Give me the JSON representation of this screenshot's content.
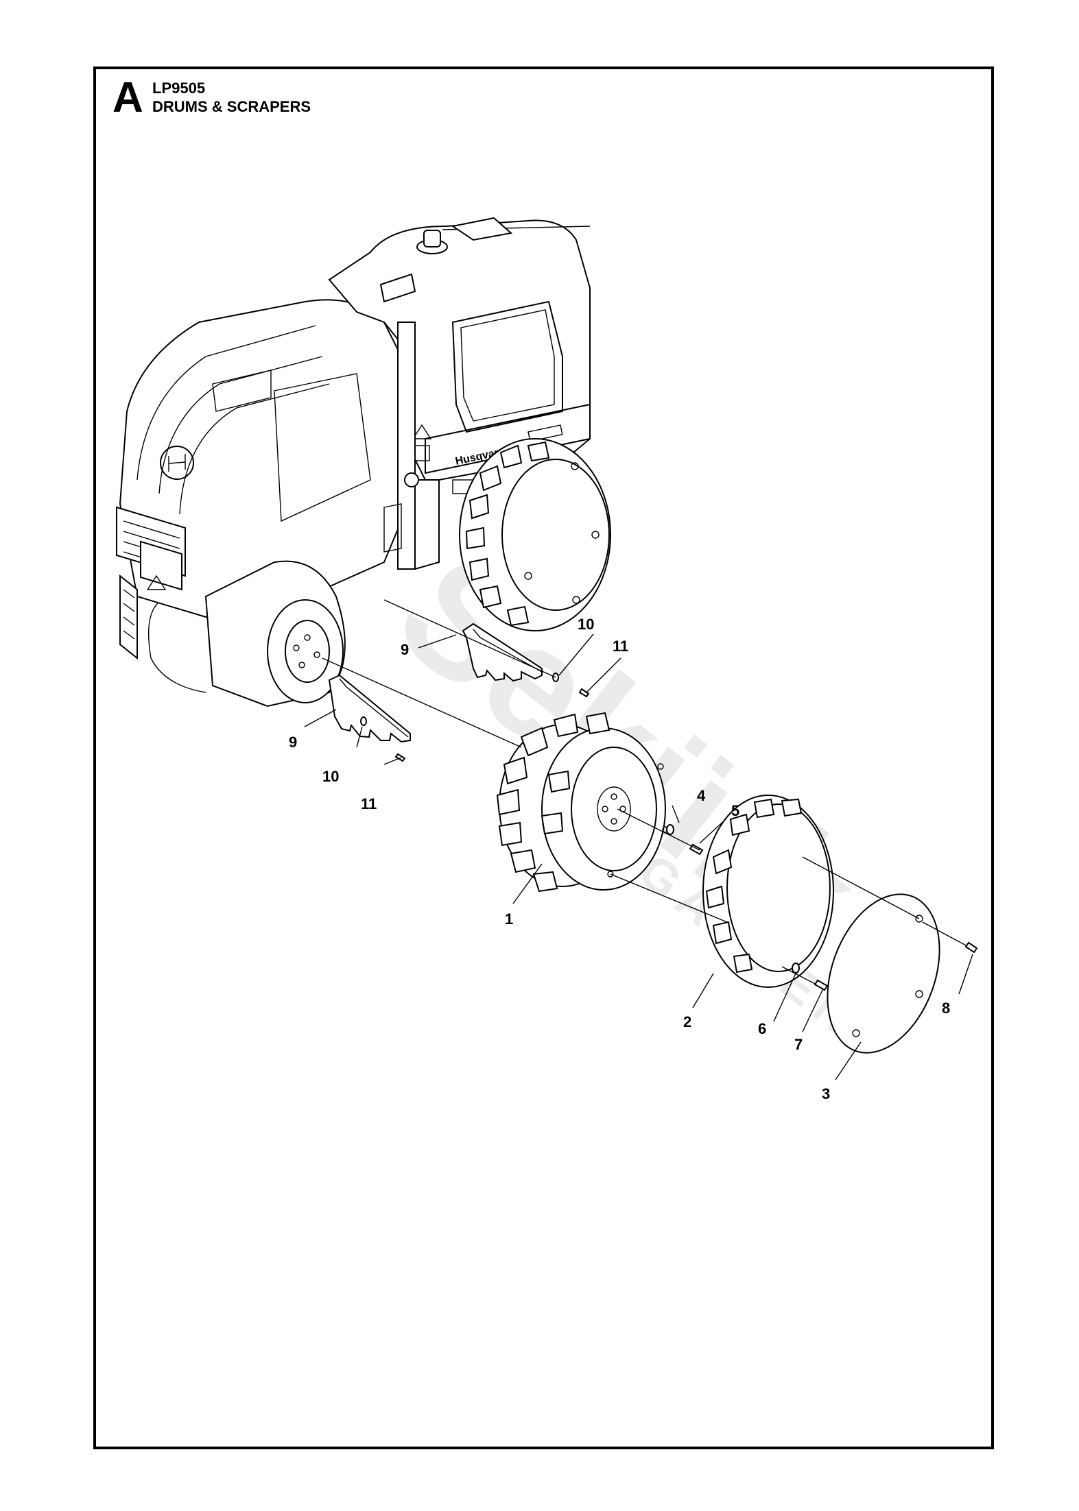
{
  "section": {
    "letter": "A",
    "model": "LP9505",
    "title": "DRUMS & SCRAPERS"
  },
  "machine": {
    "brand_decal": "Husqvarna",
    "watermark": "Sekürk GARDEN"
  },
  "callouts": [
    {
      "id": "c1",
      "label": "1"
    },
    {
      "id": "c2",
      "label": "2"
    },
    {
      "id": "c3",
      "label": "3"
    },
    {
      "id": "c4",
      "label": "4"
    },
    {
      "id": "c5",
      "label": "5"
    },
    {
      "id": "c6",
      "label": "6"
    },
    {
      "id": "c7",
      "label": "7"
    },
    {
      "id": "c8",
      "label": "8"
    },
    {
      "id": "c9a",
      "label": "9"
    },
    {
      "id": "c9b",
      "label": "9"
    },
    {
      "id": "c10a",
      "label": "10"
    },
    {
      "id": "c10b",
      "label": "10"
    },
    {
      "id": "c11a",
      "label": "11"
    },
    {
      "id": "c11b",
      "label": "11"
    }
  ]
}
